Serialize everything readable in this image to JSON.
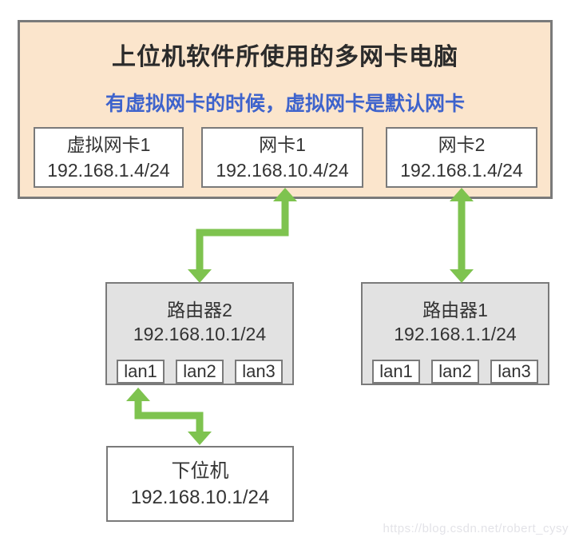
{
  "colors": {
    "host_fill": "#FBE5CC",
    "border_gray": "#7A7A7A",
    "router_fill": "#E2E2E2",
    "node_fill": "#FFFFFF",
    "arrow_green": "#7EC34F",
    "subtitle_blue": "#3E63CC",
    "title_black": "#2B2B2B",
    "watermark_gray": "#E3E3E8"
  },
  "host": {
    "title": "上位机软件所使用的多网卡电脑",
    "subtitle": "有虚拟网卡的时候，虚拟网卡是默认网卡",
    "nics": [
      {
        "name": "虚拟网卡1",
        "ip": "192.168.1.4/24"
      },
      {
        "name": "网卡1",
        "ip": "192.168.10.4/24"
      },
      {
        "name": "网卡2",
        "ip": "192.168.1.4/24"
      }
    ]
  },
  "routers": [
    {
      "name": "路由器2",
      "ip": "192.168.10.1/24",
      "ports": [
        "lan1",
        "lan2",
        "lan3"
      ]
    },
    {
      "name": "路由器1",
      "ip": "192.168.1.1/24",
      "ports": [
        "lan1",
        "lan2",
        "lan3"
      ]
    }
  ],
  "device": {
    "name": "下位机",
    "ip": "192.168.10.1/24"
  },
  "watermark": "https://blog.csdn.net/robert_cysy"
}
